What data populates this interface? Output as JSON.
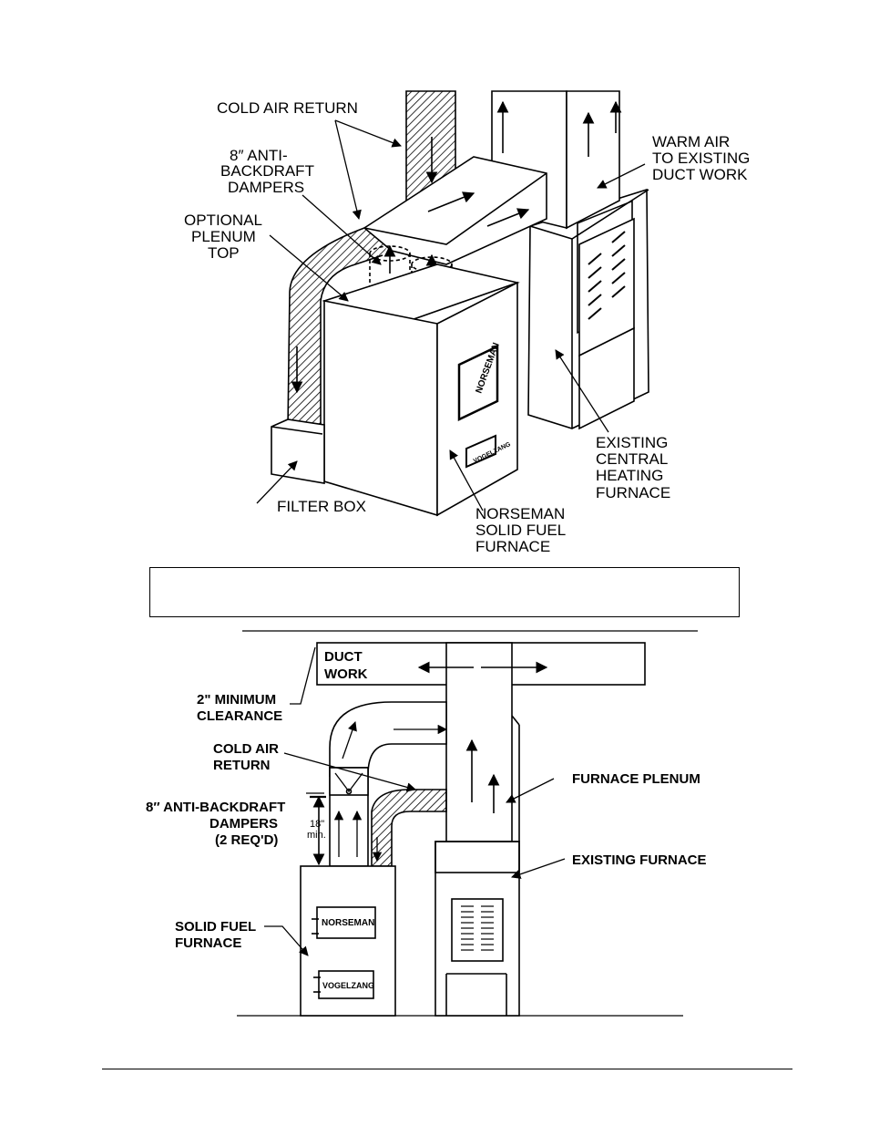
{
  "top_diagram": {
    "labels": {
      "cold_air_return": "COLD AIR RETURN",
      "dampers_1": "8″ ANTI-",
      "dampers_2": "BACKDRAFT",
      "dampers_3": "DAMPERS",
      "plenum_1": "OPTIONAL",
      "plenum_2": "PLENUM",
      "plenum_3": "TOP",
      "warm_1": "WARM AIR",
      "warm_2": "TO EXISTING",
      "warm_3": "DUCT WORK",
      "existing_1": "EXISTING",
      "existing_2": "CENTRAL",
      "existing_3": "HEATING",
      "existing_4": "FURNACE",
      "filter_box": "FILTER BOX",
      "norseman_1": "NORSEMAN",
      "norseman_2": "SOLID FUEL",
      "norseman_3": "FURNACE"
    },
    "badges": {
      "norseman": "NORSEMAN",
      "vogelzang": "VOGELZANG"
    }
  },
  "bottom_diagram": {
    "labels": {
      "duct_1": "DUCT",
      "duct_2": "WORK",
      "clearance_1": "2\" MINIMUM",
      "clearance_2": "CLEARANCE",
      "cold_1": "COLD AIR",
      "cold_2": "RETURN",
      "dampers_1": "8″ ANTI-BACKDRAFT",
      "dampers_2": "DAMPERS",
      "dampers_3": "(2 REQ'D)",
      "plenum": "FURNACE PLENUM",
      "existing": "EXISTING FURNACE",
      "solid_1": "SOLID FUEL",
      "solid_2": "FURNACE",
      "dim_1": "18\"",
      "dim_2": "min."
    },
    "badges": {
      "norseman": "NORSEMAN",
      "vogelzang": "VOGELZANG"
    }
  }
}
